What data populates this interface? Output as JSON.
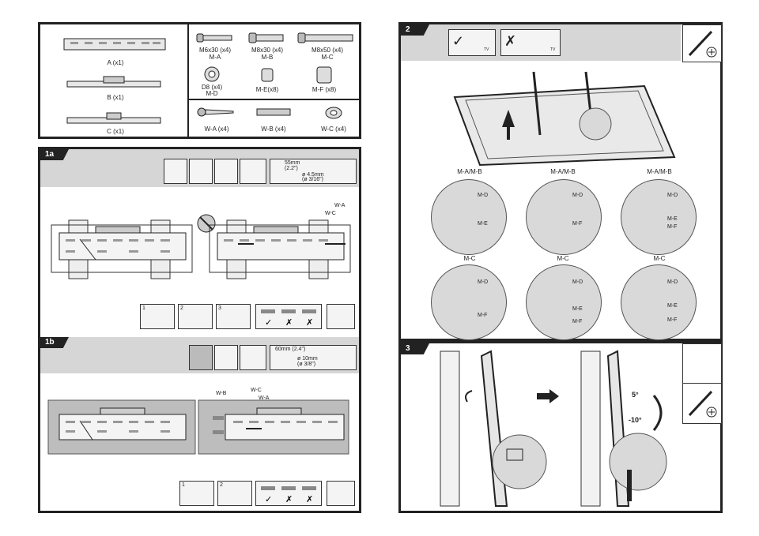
{
  "parts": {
    "bracket_a": "A (x1)",
    "bracket_b": "B (x1)",
    "bracket_c": "C (x1)",
    "m_a": [
      "M6x30 (x4)",
      "M-A"
    ],
    "m_b": [
      "M8x30 (x4)",
      "M-B"
    ],
    "m_c": [
      "M8x50 (x4)",
      "M-C"
    ],
    "m_d": [
      "D8 (x4)",
      "M-D"
    ],
    "m_e": "M-E(x8)",
    "m_f": "M-F (x8)",
    "w_a": "W-A (x4)",
    "w_b": "W-B (x4)",
    "w_c": "W-C (x4)"
  },
  "step1a": {
    "tag": "1a",
    "drill_depth": [
      "55mm",
      "(2.2\")"
    ],
    "drill_bit": [
      "ø 4.5mm",
      "(ø 3/16\")"
    ],
    "callout_wa": "W-A",
    "callout_wc": "W-C",
    "sub_steps": [
      "1",
      "2",
      "3"
    ]
  },
  "step1b": {
    "tag": "1b",
    "drill_depth": [
      "60mm (2.4\")"
    ],
    "drill_bit": [
      "ø 10mm",
      "(ø 3/8\")"
    ],
    "callout_wb": "W-B",
    "callout_wc": "W-C",
    "callout_wa": "W-A",
    "sub_steps": [
      "1",
      "2"
    ]
  },
  "step2": {
    "tag": "2",
    "tv_label": "TV",
    "details_row1": [
      {
        "top": "M-A/M-B",
        "parts": [
          "M-D",
          "M-E"
        ]
      },
      {
        "top": "M-A/M-B",
        "parts": [
          "M-D",
          "M-F"
        ]
      },
      {
        "top": "M-A/M-B",
        "parts": [
          "M-D",
          "M-E",
          "M-F"
        ]
      }
    ],
    "details_row2": [
      {
        "top": "M-C",
        "parts": [
          "M-D",
          "M-F"
        ]
      },
      {
        "top": "M-C",
        "parts": [
          "M-D",
          "M-E",
          "M-F"
        ]
      },
      {
        "top": "M-C",
        "parts": [
          "M-D",
          "M-E",
          "M-F"
        ]
      }
    ]
  },
  "step3": {
    "tag": "3",
    "tilt_up": "5°",
    "tilt_down": "-10°"
  },
  "colors": {
    "header": "#d6d6d6",
    "frame": "#222222",
    "wall": "#bdbdbd"
  }
}
